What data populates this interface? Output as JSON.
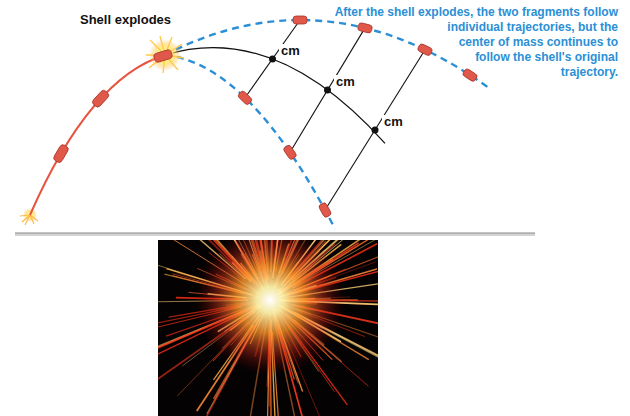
{
  "diagram": {
    "labels": [
      "Shell explodes",
      "After the shell explodes, the two fragments follow individual trajectories, but the center of mass continues to follow the shell's original trajectory.",
      "cm",
      "cm",
      "cm"
    ]
  }
}
